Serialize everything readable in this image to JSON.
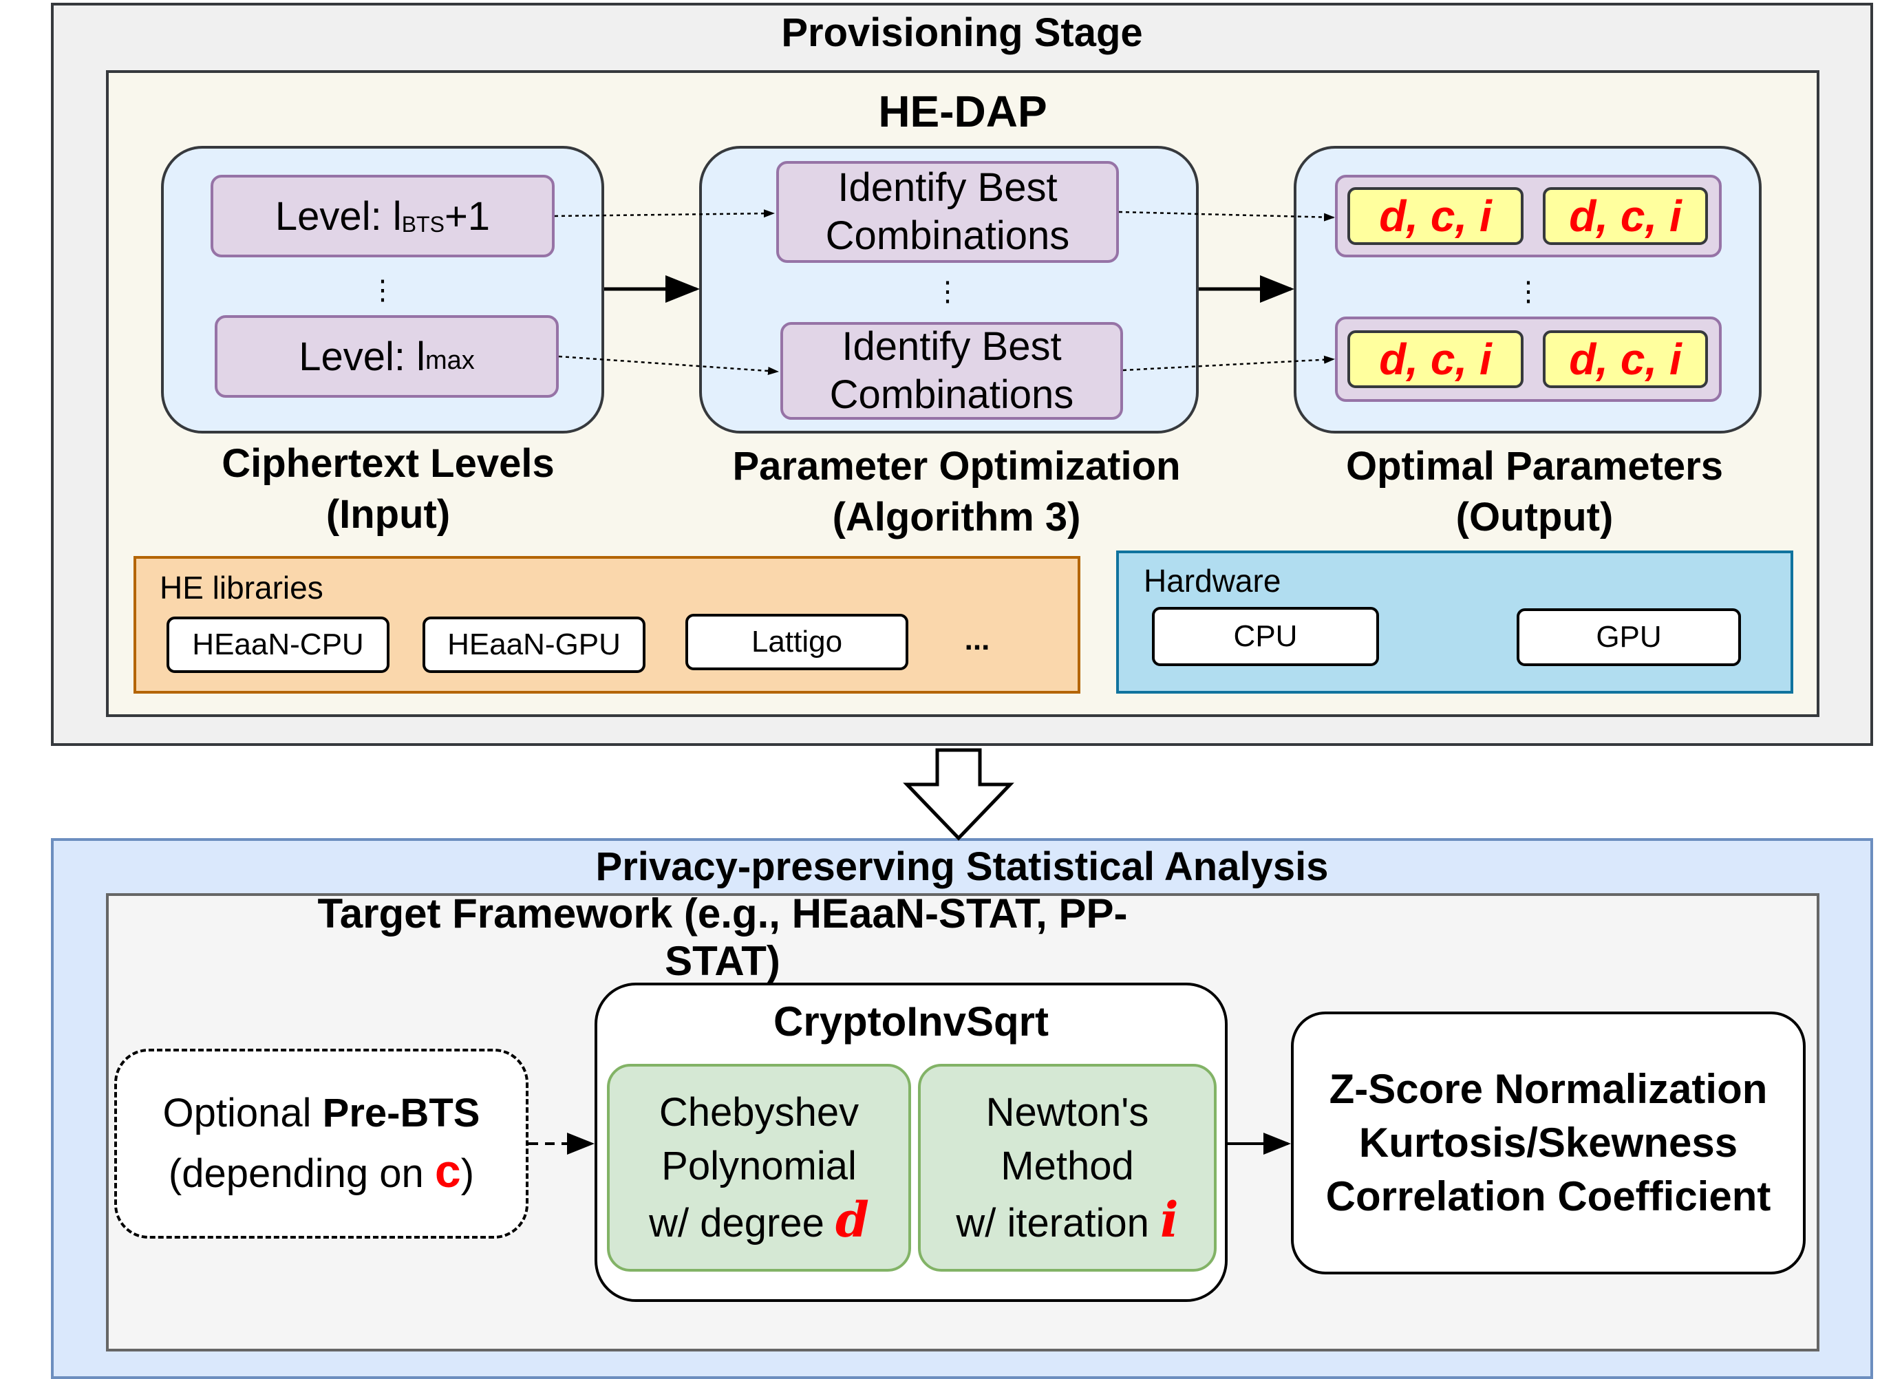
{
  "provisioning": {
    "title": "Provisioning Stage",
    "hedap_title": "HE-DAP",
    "input_box": {
      "level_top_prefix": "Level: l",
      "level_top_sub": "BTS",
      "level_top_suffix": "+1",
      "ellipsis": "⋮",
      "level_bottom_prefix": "Level: l",
      "level_bottom_sub": "max",
      "caption_line1": "Ciphertext Levels",
      "caption_line2": "(Input)"
    },
    "optimization_box": {
      "item_top_line1": "Identify Best",
      "item_top_line2": "Combinations",
      "ellipsis": "⋮",
      "item_bottom_line1": "Identify Best",
      "item_bottom_line2": "Combinations",
      "caption_line1": "Parameter Optimization",
      "caption_line2": "(Algorithm 3)"
    },
    "output_box": {
      "cells": [
        "d, c, i",
        "d, c, i",
        "d, c, i",
        "d, c, i"
      ],
      "ellipsis": "⋮",
      "caption_line1": "Optimal Parameters",
      "caption_line2": "(Output)"
    },
    "he_libraries": {
      "label": "HE libraries",
      "items": [
        "HEaaN-CPU",
        "HEaaN-GPU",
        "Lattigo"
      ],
      "more": "..."
    },
    "hardware": {
      "label": "Hardware",
      "items": [
        "CPU",
        "GPU"
      ]
    }
  },
  "analysis": {
    "title": "Privacy-preserving Statistical Analysis",
    "framework_title": "Target Framework (e.g., HEaaN-STAT, PP-STAT)",
    "pre_bts": {
      "line1_prefix": "Optional ",
      "line1_bold": "Pre-BTS",
      "line2_prefix": "(depending on ",
      "line2_var": "c",
      "line2_suffix": ")"
    },
    "crypto_inv_sqrt": {
      "title": "CryptoInvSqrt",
      "chebyshev_line1": "Chebyshev",
      "chebyshev_line2": "Polynomial",
      "chebyshev_line3_prefix": "w/ degree ",
      "chebyshev_var": "d",
      "newton_line1": "Newton's",
      "newton_line2": "Method",
      "newton_line3_prefix": "w/ iteration ",
      "newton_var": "i"
    },
    "outputs": [
      "Z-Score Normalization",
      "Kurtosis/Skewness",
      "Correlation Coefficient"
    ]
  },
  "colors": {
    "provisioning_bg": "#f0f0f0",
    "hedap_bg": "#f9f7ed",
    "inner_blue": "#e3f0fd",
    "purple_fill": "#e1d5e7",
    "purple_border": "#9673a6",
    "yellow_fill": "#ffff9e",
    "red_text": "#ff0000",
    "libraries_fill": "#fad7ac",
    "libraries_border": "#b46504",
    "hardware_fill": "#b1ddf0",
    "hardware_border": "#10739e",
    "analysis_bg": "#dae8fc",
    "analysis_border": "#6c8ebf",
    "framework_bg": "#f5f5f5",
    "green_fill": "#d5e8d4",
    "green_border": "#82b366"
  }
}
